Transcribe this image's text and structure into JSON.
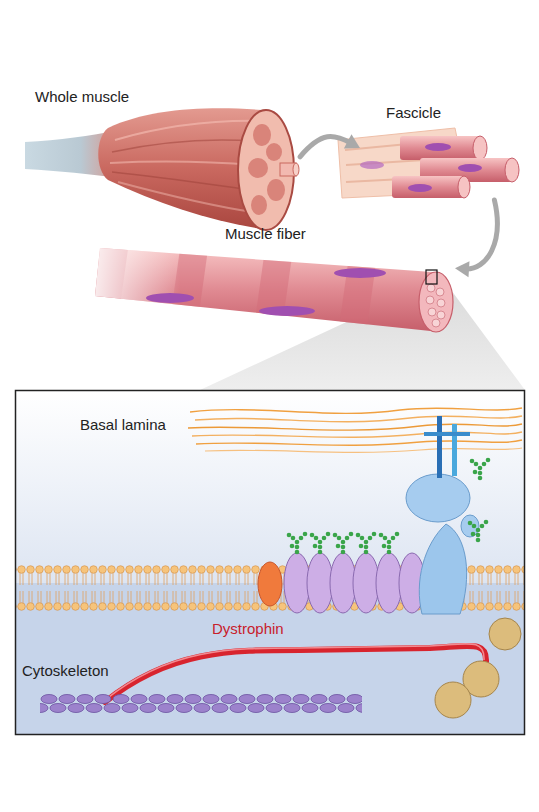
{
  "diagram": {
    "nodes": [
      {
        "text": [
          "Whole muscle"
        ]
      },
      {
        "text": [
          "Fascicle"
        ]
      },
      {
        "text": [
          "Muscle fiber"
        ]
      }
    ],
    "edges": [
      {
        "from": 0,
        "to": 1,
        "arrow": "to"
      },
      {
        "from": 1,
        "to": 2,
        "arrow": "to"
      }
    ],
    "labels": [
      "Basal lamina",
      "Dystrophin",
      "Cytoskeleton"
    ]
  }
}
